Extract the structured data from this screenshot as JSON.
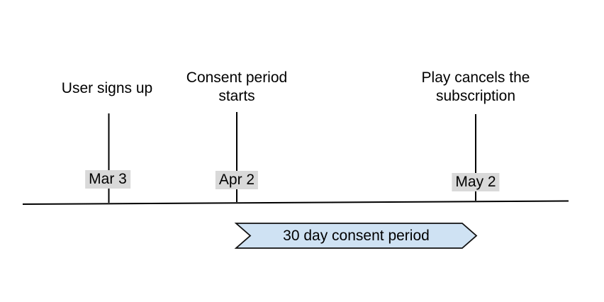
{
  "colors": {
    "ink": "#000000",
    "label-bg": "#d9d9d9",
    "banner-fill": "#cfe2f3",
    "banner-stroke": "#111111"
  },
  "events": [
    {
      "caption": "User signs up",
      "date": "Mar 3"
    },
    {
      "caption": "Consent period starts",
      "date": "Apr 2"
    },
    {
      "caption": "Play cancels the subscription",
      "date": "May 2"
    }
  ],
  "banner": {
    "label": "30 day consent period"
  }
}
